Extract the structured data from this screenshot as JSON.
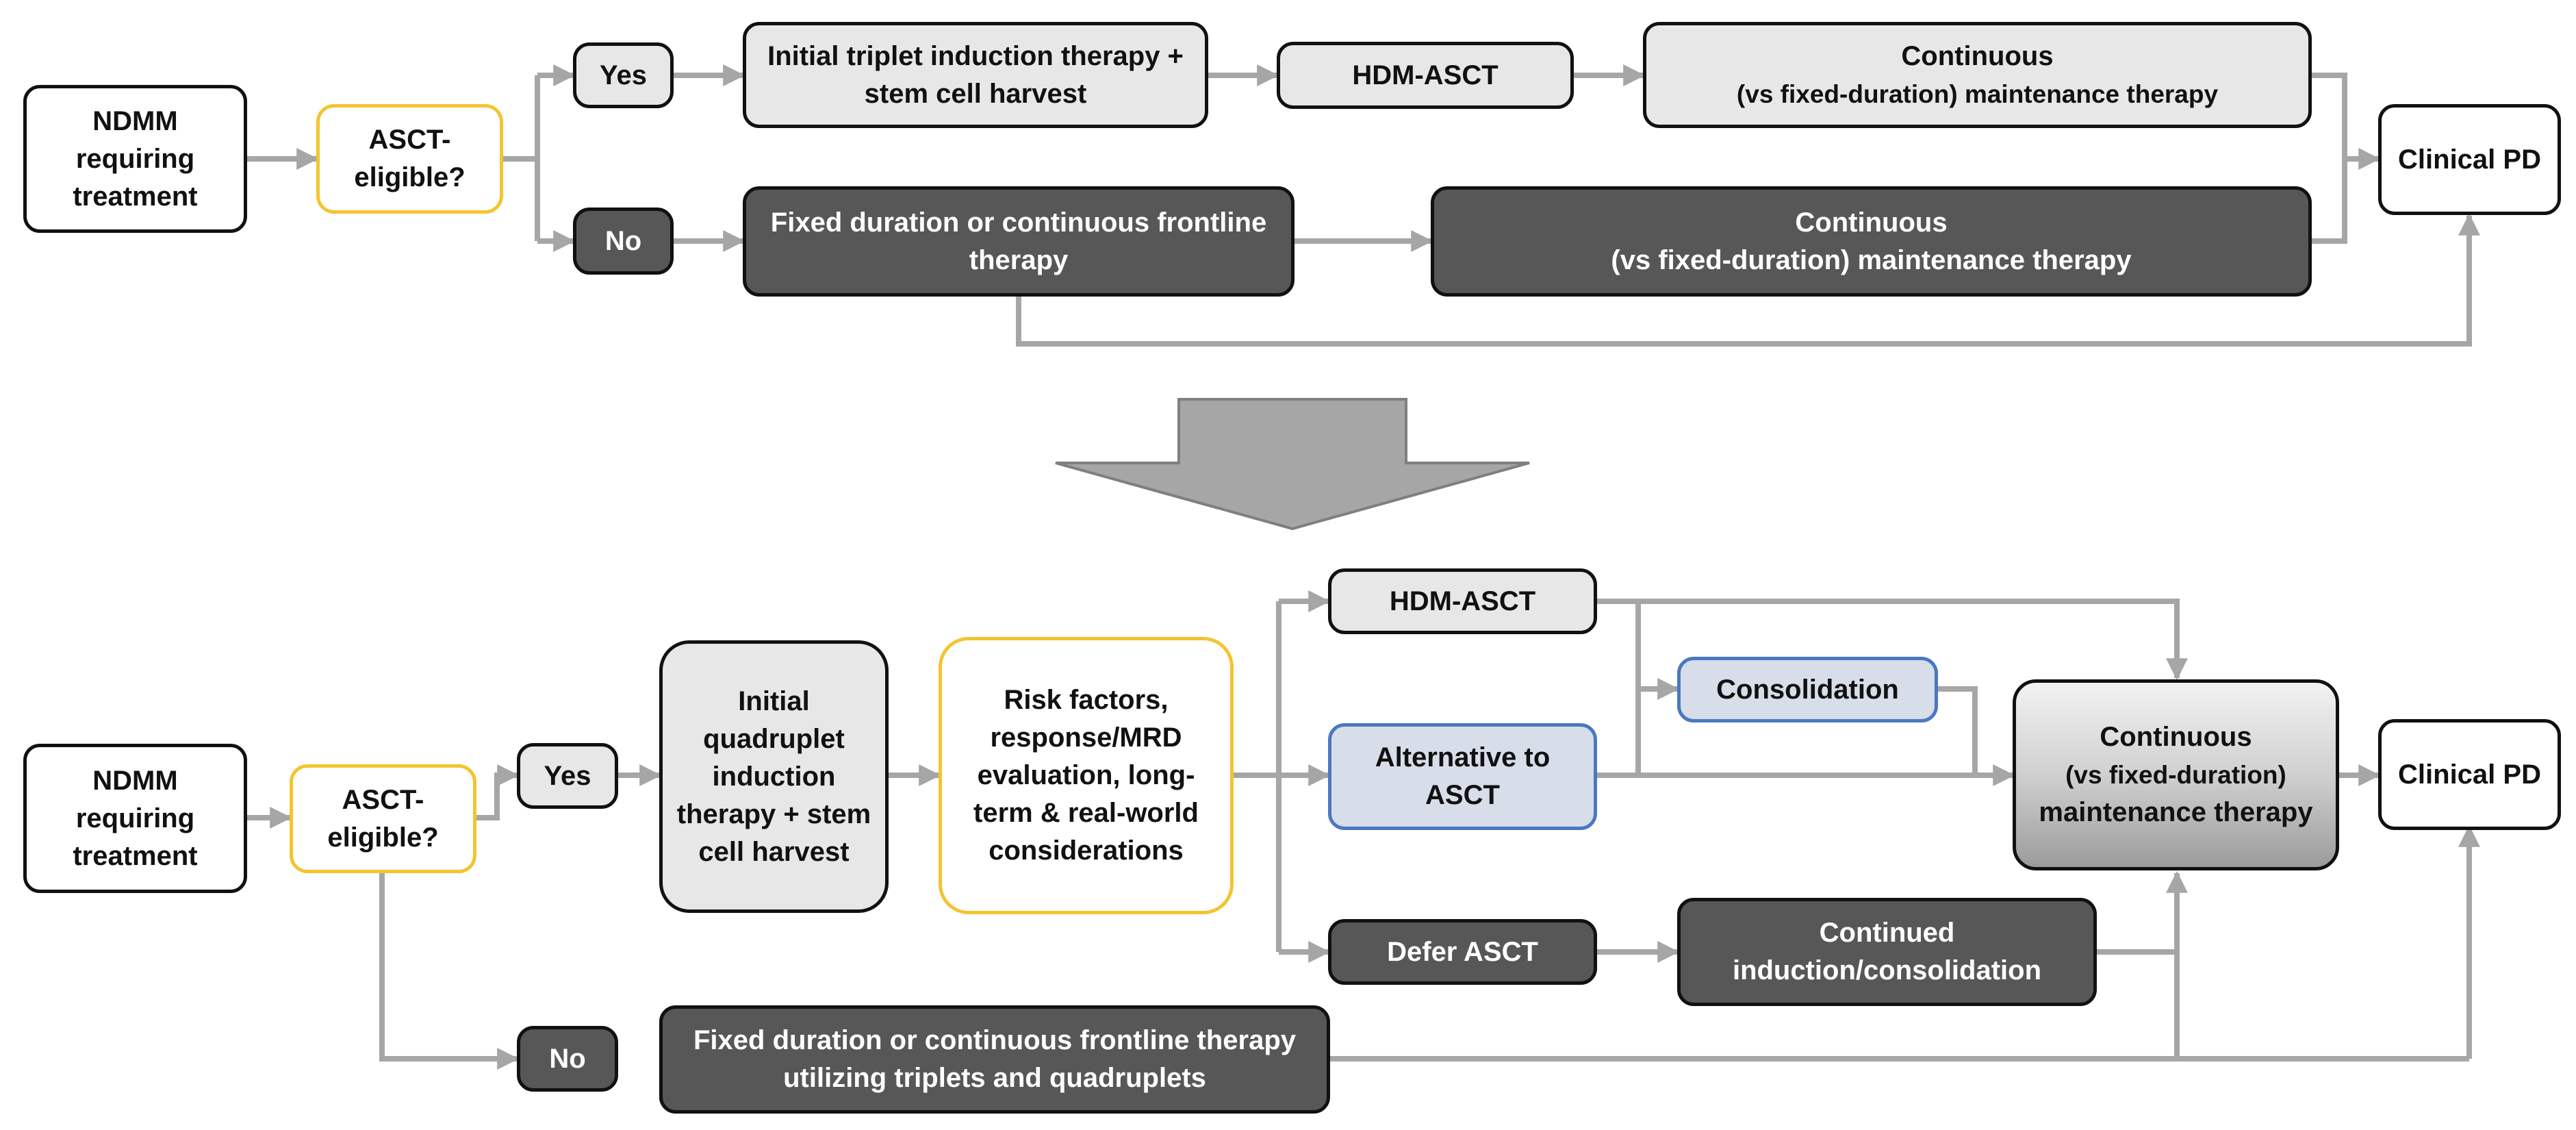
{
  "colors": {
    "connector": "#A6A6A6",
    "big_arrow": "#A6A6A6",
    "dark_fill": "#575757",
    "light_fill": "#E7E7E7",
    "highlight_border": "#F4C430",
    "blue_border": "#4A78C2",
    "blue_fill": "#D7DDE9"
  },
  "top": {
    "start": "NDMM requiring treatment",
    "decision": "ASCT-eligible?",
    "yes": "Yes",
    "no": "No",
    "induction": "Initial triplet induction therapy + stem cell harvest",
    "hdm_asct": "HDM-ASCT",
    "maint_yes_line1": "Continuous",
    "maint_yes_line2": "(vs fixed-duration) maintenance therapy",
    "frontline": "Fixed duration or continuous frontline therapy",
    "maint_no_line1": "Continuous",
    "maint_no_line2": "(vs fixed-duration) maintenance therapy",
    "end": "Clinical PD"
  },
  "bottom": {
    "start": "NDMM requiring treatment",
    "decision": "ASCT-eligible?",
    "yes": "Yes",
    "no": "No",
    "induction": "Initial quadruplet induction therapy + stem cell harvest",
    "risk": "Risk factors, response/MRD evaluation, long-term & real-world considerations",
    "hdm_asct": "HDM-ASCT",
    "alternative": "Alternative to ASCT",
    "defer": "Defer ASCT",
    "consolidation": "Consolidation",
    "continued": "Continued induction/consolidation",
    "frontline": "Fixed duration or continuous frontline therapy utilizing triplets and quadruplets",
    "maint_line1": "Continuous",
    "maint_line2": "(vs fixed-duration)",
    "maint_line3": "maintenance therapy",
    "end": "Clinical PD"
  }
}
